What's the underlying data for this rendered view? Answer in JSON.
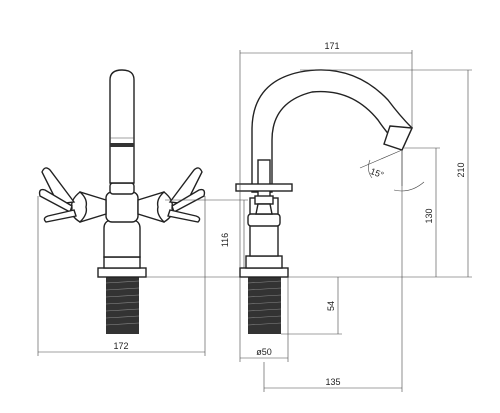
{
  "dimensions": {
    "front_height": "116",
    "front_width": "172",
    "side_reach": "171",
    "side_total_height": "210",
    "side_spout_height": "130",
    "side_thread_length": "54",
    "side_base_diameter": "ø50",
    "side_spout_projection": "135",
    "swivel_angle": "15°"
  },
  "colors": {
    "line": "#222222",
    "thread": "#333333",
    "background": "#ffffff"
  }
}
